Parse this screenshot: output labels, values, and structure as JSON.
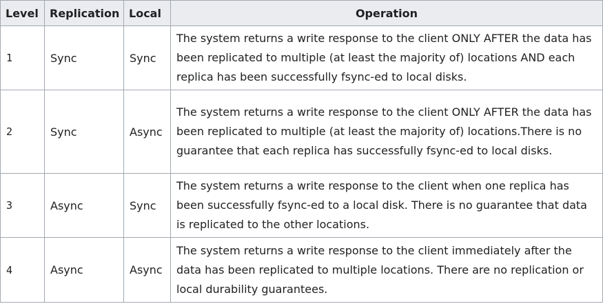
{
  "table": {
    "headers": {
      "level": "Level",
      "replication": "Replication",
      "local": "Local",
      "operation": "Operation"
    },
    "rows": [
      {
        "level": "1",
        "replication": "Sync",
        "local": "Sync",
        "operation": "The system returns a write response to the client ONLY AFTER the data has been replicated to multiple (at least the majority of) locations AND each replica has been successfully fsync-ed to local disks."
      },
      {
        "level": "2",
        "replication": "Sync",
        "local": "Async",
        "operation": "The system returns a write response to the client ONLY AFTER the data has been replicated to multiple (at least the majority of) locations.There is no guarantee that each replica has successfully fsync-ed to local disks."
      },
      {
        "level": "3",
        "replication": "Async",
        "local": "Sync",
        "operation": "The system returns a write response to the client when one replica has been successfully fsync-ed to a local disk. There is no guarantee that data is replicated to the other locations."
      },
      {
        "level": "4",
        "replication": "Async",
        "local": "Async",
        "operation": "The system returns a write response to the client immediately after the data has been replicated to multiple locations. There are no replication or local durability guarantees."
      }
    ]
  }
}
